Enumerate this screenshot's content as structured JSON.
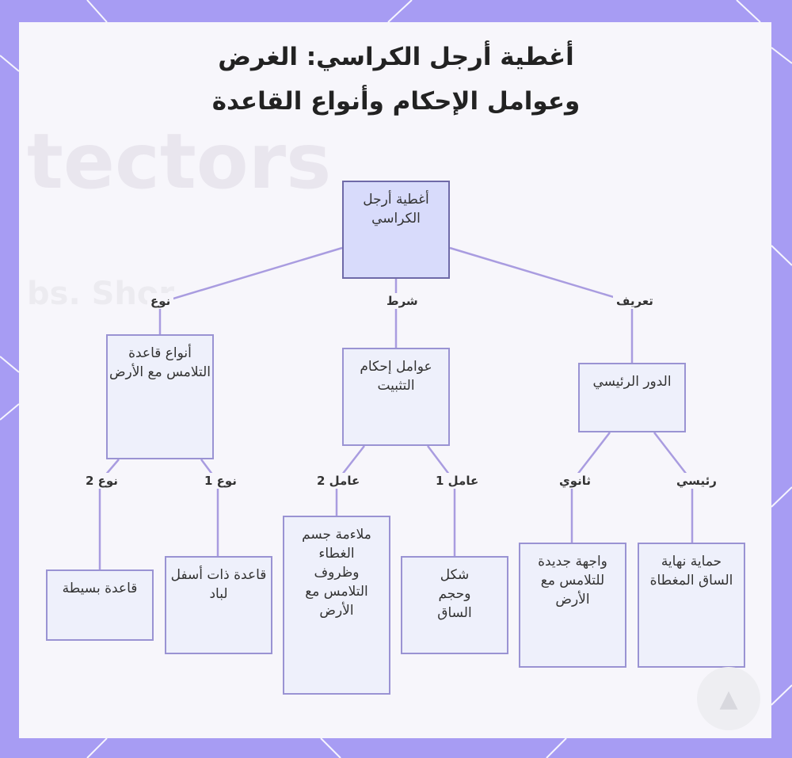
{
  "title_line1": "أغطية أرجل الكراسي: الغرض",
  "title_line2": "وعوامل الإحكام وأنواع القاعدة",
  "background_text": {
    "large": "tectors",
    "small": "bs. Shor"
  },
  "colors": {
    "frame": "#a79cf3",
    "panel": "#f7f6fb",
    "node_fill": "#eef0fb",
    "root_fill": "#d8dbfb",
    "edge": "#a99ce0"
  },
  "nodes": {
    "root": "أغطية أرجل الكراسي",
    "base_types": "أنواع قاعدة التلامس مع الأرض",
    "factors": "عوامل إحكام التثبيت",
    "main_role": "الدور الرئيسي",
    "simple_base": "قاعدة بسيطة",
    "felt_base": "قاعدة ذات أسفل لباد",
    "fit": "ملاءمة جسم الغطاء وظروف التلامس مع الأرض",
    "shape": "شكل وحجم الساق",
    "new_face": "واجهة جديدة للتلامس مع الأرض",
    "protect": "حماية نهاية الساق المغطاة"
  },
  "edge_labels": {
    "type": "نوع",
    "condition": "شرط",
    "definition": "تعريف",
    "type2": "نوع 2",
    "type1": "نوع 1",
    "factor2": "عامل 2",
    "factor1": "عامل 1",
    "secondary": "ثانوي",
    "primary": "رئيسي"
  }
}
